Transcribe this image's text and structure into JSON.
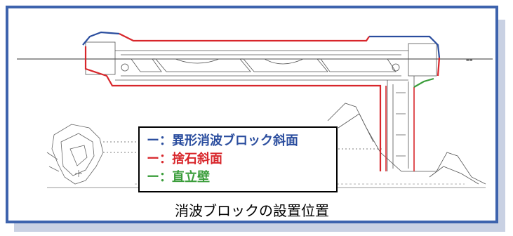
{
  "caption": "消波ブロックの設置位置",
  "legend": [
    {
      "dash": "ー",
      "sep": "：",
      "label": "異形消波ブロック斜面",
      "color": "#2a4d9e"
    },
    {
      "dash": "ー",
      "sep": "：",
      "label": "捨石斜面",
      "color": "#d8262b"
    },
    {
      "dash": "ー",
      "sep": "：",
      "label": "直立壁",
      "color": "#3a9d3a"
    }
  ],
  "colors": {
    "frame_border": "#3d63ad",
    "shadow": "#c9d1e3",
    "blue_line": "#2a4d9e",
    "red_line": "#d8262b",
    "green_line": "#3a9d3a"
  }
}
